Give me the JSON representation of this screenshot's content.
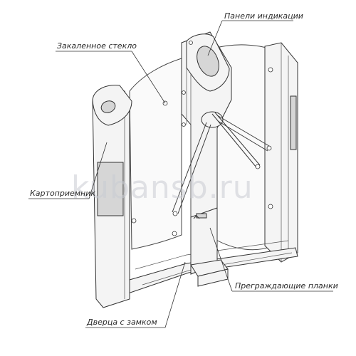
{
  "labels": {
    "indication_panels": "Панели индикации",
    "tempered_glass": "Закаленное стекло",
    "card_reader": "Картоприемник",
    "barrier_bars": "Преграждающие планки",
    "locked_door": "Дверца с замком"
  },
  "watermark": "kubansb.ru"
}
